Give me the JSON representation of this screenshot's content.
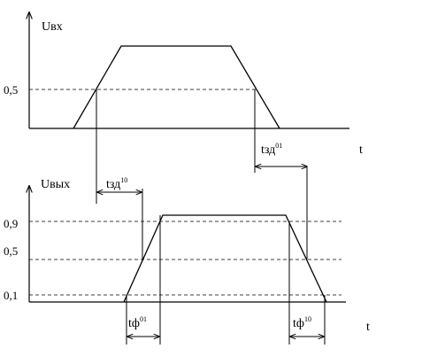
{
  "top_graph": {
    "y_label": "Uвх",
    "x_label": "t",
    "level_label": "0,5",
    "delay_label": {
      "base": "tзд",
      "sup": "01"
    }
  },
  "bottom_graph": {
    "y_label": "Uвых",
    "x_label": "t",
    "level_labels": {
      "high": "0,9",
      "mid": "0,5",
      "low": "0,1"
    },
    "delay_label": {
      "base": "tзд",
      "sup": "10"
    },
    "rise_label": {
      "base": "tф",
      "sup": "01"
    },
    "fall_label": {
      "base": "tф",
      "sup": "10"
    }
  }
}
